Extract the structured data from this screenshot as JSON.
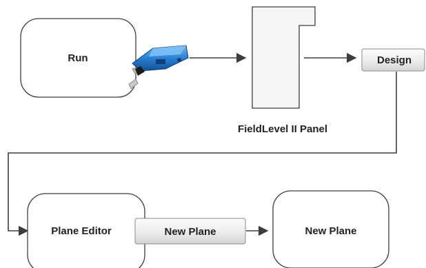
{
  "nodes": {
    "run": {
      "label": "Run"
    },
    "panel": {
      "caption": "FieldLevel II Panel"
    },
    "design": {
      "label": "Design"
    },
    "plane_editor": {
      "label": "Plane Editor"
    },
    "new_plane_button": {
      "label": "New Plane"
    },
    "new_plane": {
      "label": "New Plane"
    }
  },
  "icons": {
    "run_machine": "tractor-scraper-icon"
  },
  "colors": {
    "line": "#3c3c3c",
    "node_border": "#3c3c3c",
    "panel_fill": "#f5f5f5",
    "button_top": "#fafafa",
    "button_bottom": "#d8d8d8",
    "icon_blue": "#1f6fc4"
  }
}
